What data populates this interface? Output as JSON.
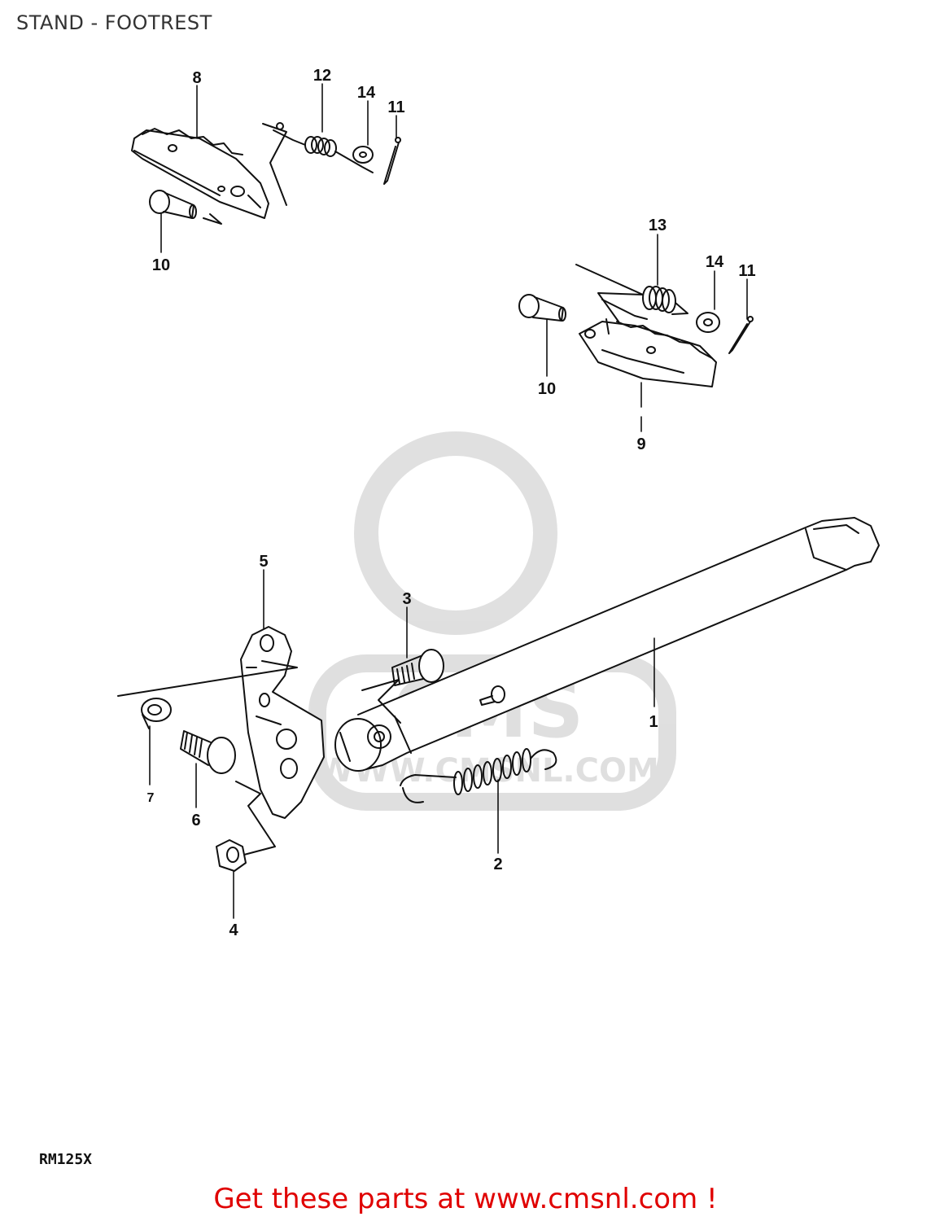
{
  "header": {
    "title": "STAND - FOOTREST"
  },
  "diagram": {
    "callouts": [
      {
        "id": "1",
        "label": "1"
      },
      {
        "id": "2",
        "label": "2"
      },
      {
        "id": "3",
        "label": "3"
      },
      {
        "id": "4",
        "label": "4"
      },
      {
        "id": "5",
        "label": "5"
      },
      {
        "id": "6",
        "label": "6"
      },
      {
        "id": "7",
        "label": "7"
      },
      {
        "id": "8",
        "label": "8"
      },
      {
        "id": "9",
        "label": "9"
      },
      {
        "id": "10a",
        "label": "10"
      },
      {
        "id": "10b",
        "label": "10"
      },
      {
        "id": "11a",
        "label": "11"
      },
      {
        "id": "11b",
        "label": "11"
      },
      {
        "id": "12",
        "label": "12"
      },
      {
        "id": "13",
        "label": "13"
      },
      {
        "id": "14a",
        "label": "14"
      },
      {
        "id": "14b",
        "label": "14"
      }
    ],
    "watermark": {
      "text": "WWW.CMSNL.COM",
      "badge": "CMS"
    }
  },
  "footer": {
    "model_code": "RM125X",
    "link_text": "Get these parts at www.cmsnl.com !",
    "link_color": "#e00000"
  }
}
